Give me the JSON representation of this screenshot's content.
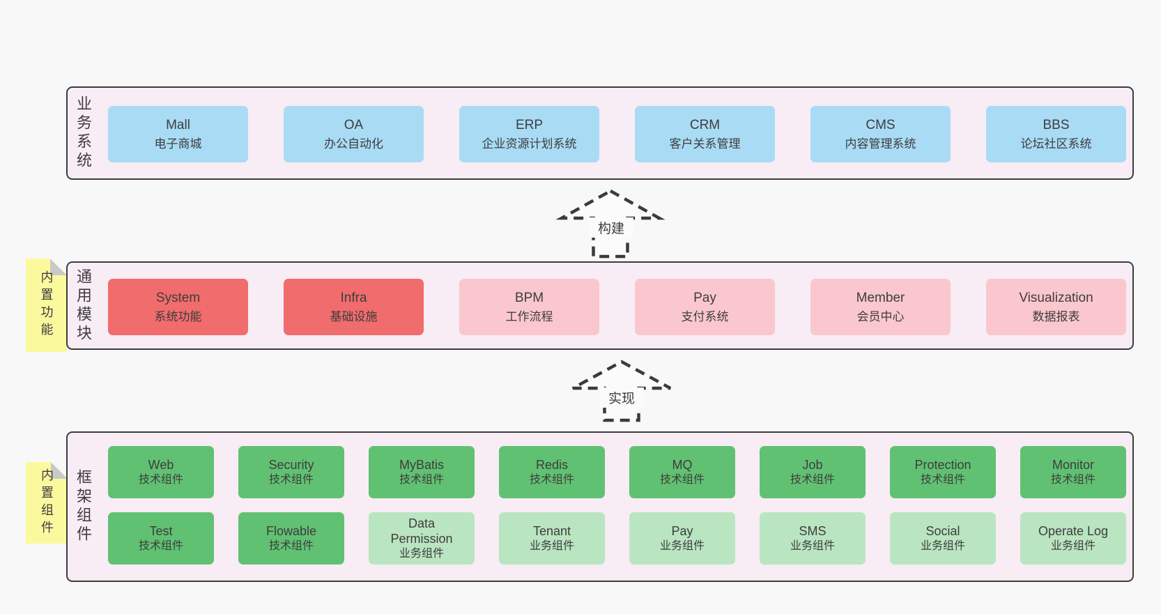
{
  "colors": {
    "page_bg": "#f8f8f8",
    "section_bg": "#f8ecf5",
    "section_border": "#3c3c3c",
    "box_blue": "#a9dbf5",
    "box_red": "#f16c6c",
    "box_pink": "#fbc7cf",
    "box_green": "#61c172",
    "box_light_green": "#b9e5c1",
    "note_yellow": "#fbf99d",
    "note_fold_gray": "#c9c9c9",
    "text": "#3d3d3d"
  },
  "arrows": {
    "build": "构建",
    "implement": "实现"
  },
  "sections": {
    "business": {
      "title": "业务系统",
      "boxes": [
        {
          "name": "Mall",
          "desc": "电子商城"
        },
        {
          "name": "OA",
          "desc": "办公自动化"
        },
        {
          "name": "ERP",
          "desc": "企业资源计划系统"
        },
        {
          "name": "CRM",
          "desc": "客户关系管理"
        },
        {
          "name": "CMS",
          "desc": "内容管理系统"
        },
        {
          "name": "BBS",
          "desc": "论坛社区系统"
        }
      ]
    },
    "modules": {
      "title": "通用模块",
      "note": "内置功能",
      "boxes": [
        {
          "name": "System",
          "desc": "系统功能"
        },
        {
          "name": "Infra",
          "desc": "基础设施"
        },
        {
          "name": "BPM",
          "desc": "工作流程"
        },
        {
          "name": "Pay",
          "desc": "支付系统"
        },
        {
          "name": "Member",
          "desc": "会员中心"
        },
        {
          "name": "Visualization",
          "desc": "数据报表"
        }
      ]
    },
    "framework": {
      "title": "框架组件",
      "note": "内置组件",
      "row1": [
        {
          "name": "Web",
          "desc": "技术组件"
        },
        {
          "name": "Security",
          "desc": "技术组件"
        },
        {
          "name": "MyBatis",
          "desc": "技术组件"
        },
        {
          "name": "Redis",
          "desc": "技术组件"
        },
        {
          "name": "MQ",
          "desc": "技术组件"
        },
        {
          "name": "Job",
          "desc": "技术组件"
        },
        {
          "name": "Protection",
          "desc": "技术组件"
        },
        {
          "name": "Monitor",
          "desc": "技术组件"
        }
      ],
      "row2": [
        {
          "name": "Test",
          "desc": "技术组件"
        },
        {
          "name": "Flowable",
          "desc": "技术组件"
        },
        {
          "name": "Data Permission",
          "desc": "业务组件"
        },
        {
          "name": "Tenant",
          "desc": "业务组件"
        },
        {
          "name": "Pay",
          "desc": "业务组件"
        },
        {
          "name": "SMS",
          "desc": "业务组件"
        },
        {
          "name": "Social",
          "desc": "业务组件"
        },
        {
          "name": "Operate Log",
          "desc": "业务组件"
        }
      ]
    }
  }
}
